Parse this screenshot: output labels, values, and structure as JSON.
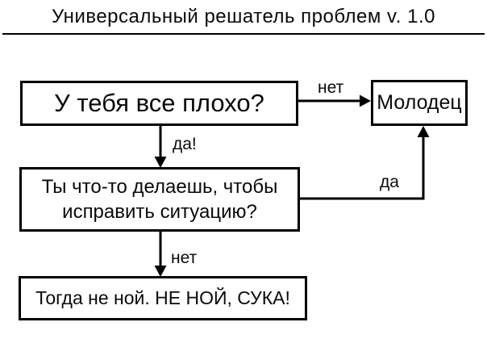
{
  "title": "Универсальный решатель проблем v. 1.0",
  "flowchart": {
    "question1": "У тебя все плохо?",
    "question2": "Ты что-то делаешь, чтобы исправить ситуацию?",
    "result_good": "Молодец",
    "result_bad": "Тогда не ной. НЕ НОЙ, СУКА!",
    "labels": {
      "no_top": "нет",
      "yes_top": "да!",
      "yes_side": "да",
      "no_bottom": "нет"
    }
  },
  "colors": {
    "line": "#000000",
    "background": "#ffffff",
    "text": "#0a0a0a"
  }
}
